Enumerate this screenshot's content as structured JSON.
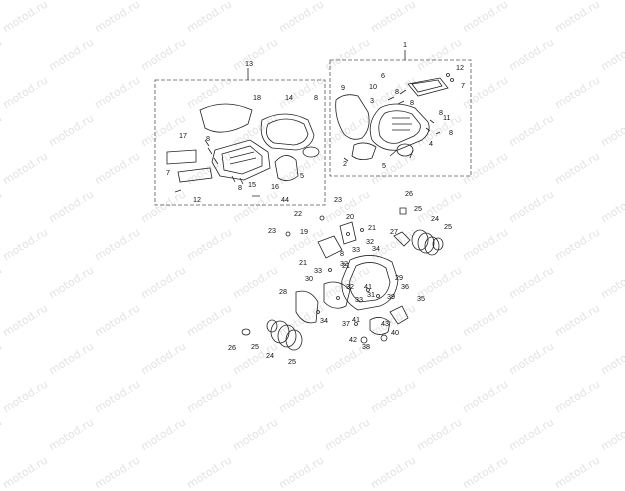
{
  "watermark": "motod.ru",
  "callouts": [
    {
      "id": "c-1",
      "text": "1"
    },
    {
      "id": "c-13",
      "text": "13"
    },
    {
      "id": "c-12a",
      "text": "12"
    },
    {
      "id": "c-6",
      "text": "6"
    },
    {
      "id": "c-7a",
      "text": "7"
    },
    {
      "id": "c-9",
      "text": "9"
    },
    {
      "id": "c-10",
      "text": "10"
    },
    {
      "id": "c-3",
      "text": "3"
    },
    {
      "id": "c-8a",
      "text": "8"
    },
    {
      "id": "c-8b",
      "text": "8"
    },
    {
      "id": "c-8c",
      "text": "8"
    },
    {
      "id": "c-11",
      "text": "11"
    },
    {
      "id": "c-4",
      "text": "4"
    },
    {
      "id": "c-8d",
      "text": "8"
    },
    {
      "id": "c-2",
      "text": "2"
    },
    {
      "id": "c-5a",
      "text": "5"
    },
    {
      "id": "c-18",
      "text": "18"
    },
    {
      "id": "c-14",
      "text": "14"
    },
    {
      "id": "c-8e",
      "text": "8"
    },
    {
      "id": "c-17",
      "text": "17"
    },
    {
      "id": "c-8f",
      "text": "8"
    },
    {
      "id": "c-7b",
      "text": "7"
    },
    {
      "id": "c-8g",
      "text": "8"
    },
    {
      "id": "c-15",
      "text": "15"
    },
    {
      "id": "c-16",
      "text": "16"
    },
    {
      "id": "c-5b",
      "text": "5"
    },
    {
      "id": "c-12b",
      "text": "12"
    },
    {
      "id": "c-44",
      "text": "44"
    },
    {
      "id": "c-23a",
      "text": "23"
    },
    {
      "id": "c-22",
      "text": "22"
    },
    {
      "id": "c-20",
      "text": "20"
    },
    {
      "id": "c-21a",
      "text": "21"
    },
    {
      "id": "c-23b",
      "text": "23"
    },
    {
      "id": "c-19",
      "text": "19"
    },
    {
      "id": "c-21b",
      "text": "21"
    },
    {
      "id": "c-8h",
      "text": "8"
    },
    {
      "id": "c-32a",
      "text": "32"
    },
    {
      "id": "c-33a",
      "text": "33"
    },
    {
      "id": "c-21c",
      "text": "21"
    },
    {
      "id": "c-33b",
      "text": "33"
    },
    {
      "id": "c-32b",
      "text": "32"
    },
    {
      "id": "c-34a",
      "text": "34"
    },
    {
      "id": "c-27",
      "text": "27"
    },
    {
      "id": "c-26a",
      "text": "26"
    },
    {
      "id": "c-25a",
      "text": "25"
    },
    {
      "id": "c-24a",
      "text": "24"
    },
    {
      "id": "c-25b",
      "text": "25"
    },
    {
      "id": "c-29",
      "text": "29"
    },
    {
      "id": "c-36",
      "text": "36"
    },
    {
      "id": "c-30",
      "text": "30"
    },
    {
      "id": "c-32c",
      "text": "32"
    },
    {
      "id": "c-41a",
      "text": "41"
    },
    {
      "id": "c-31",
      "text": "31"
    },
    {
      "id": "c-39",
      "text": "39"
    },
    {
      "id": "c-35",
      "text": "35"
    },
    {
      "id": "c-28",
      "text": "28"
    },
    {
      "id": "c-33c",
      "text": "33"
    },
    {
      "id": "c-34b",
      "text": "34"
    },
    {
      "id": "c-41b",
      "text": "41"
    },
    {
      "id": "c-37",
      "text": "37"
    },
    {
      "id": "c-43",
      "text": "43"
    },
    {
      "id": "c-40",
      "text": "40"
    },
    {
      "id": "c-42",
      "text": "42"
    },
    {
      "id": "c-38",
      "text": "38"
    },
    {
      "id": "c-26b",
      "text": "26"
    },
    {
      "id": "c-25c",
      "text": "25"
    },
    {
      "id": "c-24b",
      "text": "24"
    },
    {
      "id": "c-25d",
      "text": "25"
    }
  ]
}
